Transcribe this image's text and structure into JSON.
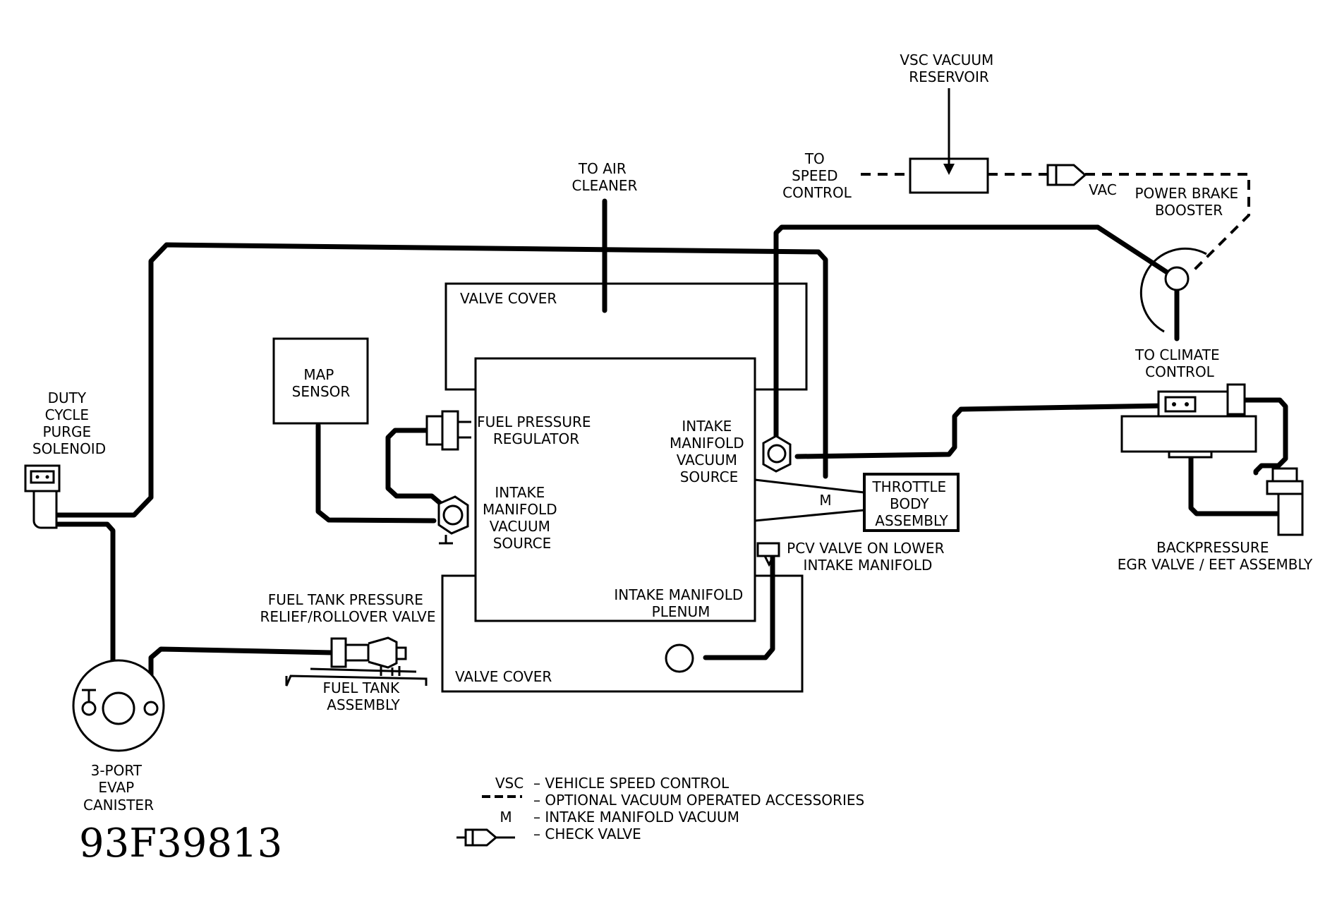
{
  "figure_id": "93F39813",
  "labels": {
    "vsc_vacuum_reservoir": [
      "VSC VACUUM",
      "RESERVOIR"
    ],
    "to_speed_control": [
      "TO",
      "SPEED",
      "CONTROL"
    ],
    "vac": "VAC",
    "power_brake_booster": [
      "POWER BRAKE",
      "BOOSTER"
    ],
    "to_air_cleaner": [
      "TO AIR",
      "CLEANER"
    ],
    "valve_cover_top": "VALVE COVER",
    "valve_cover_bottom": "VALVE COVER",
    "map_sensor": [
      "MAP",
      "SENSOR"
    ],
    "fuel_pressure_regulator": [
      "FUEL PRESSURE",
      "REGULATOR"
    ],
    "intake_manifold_vacuum_source_left": [
      "INTAKE",
      "MANIFOLD",
      "VACUUM",
      "SOURCE"
    ],
    "intake_manifold_vacuum_source_right": [
      "INTAKE",
      "MANIFOLD",
      "VACUUM",
      "SOURCE"
    ],
    "throttle_body_assembly": [
      "THROTTLE",
      "BODY",
      "ASSEMBLY"
    ],
    "m_marker": "M",
    "pcv_valve": [
      "PCV VALVE ON LOWER",
      "INTAKE MANIFOLD"
    ],
    "intake_manifold_plenum": [
      "INTAKE MANIFOLD",
      "PLENUM"
    ],
    "to_climate_control": [
      "TO CLIMATE",
      "CONTROL"
    ],
    "backpressure_egr": [
      "BACKPRESSURE",
      "EGR VALVE / EET ASSEMBLY"
    ],
    "duty_cycle_purge_solenoid": [
      "DUTY",
      "CYCLE",
      "PURGE",
      "SOLENOID"
    ],
    "fuel_tank_pressure_relief": [
      "FUEL TANK PRESSURE",
      "RELIEF/ROLLOVER VALVE"
    ],
    "fuel_tank_assembly": [
      "FUEL TANK",
      "ASSEMBLY"
    ],
    "evap_canister": [
      "3-PORT",
      "EVAP",
      "CANISTER"
    ]
  },
  "legend": [
    {
      "symbol": "VSC",
      "description": "– VEHICLE SPEED CONTROL"
    },
    {
      "symbol": "dashed-line",
      "description": "– OPTIONAL VACUUM OPERATED ACCESSORIES"
    },
    {
      "symbol": "M",
      "description": "– INTAKE MANIFOLD VACUUM"
    },
    {
      "symbol": "check-valve",
      "description": "– CHECK VALVE"
    }
  ]
}
